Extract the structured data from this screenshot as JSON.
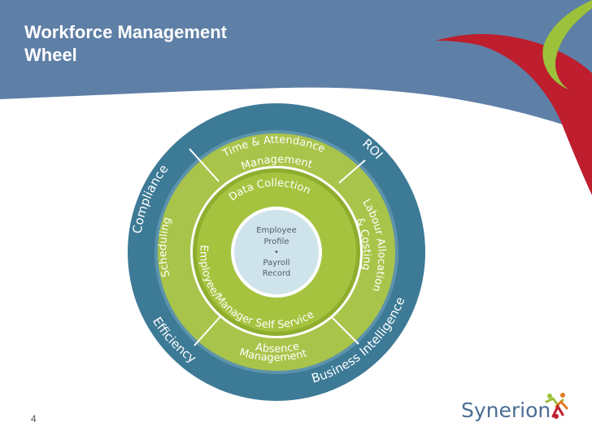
{
  "slide": {
    "title_line1": "Workforce Management",
    "title_line2": "Wheel",
    "page_number": "4"
  },
  "logo": {
    "text": "Synerion"
  },
  "wheel": {
    "outer_ring": {
      "labels": [
        "Compliance",
        "ROI",
        "Business Intelligence",
        "Efficiency"
      ]
    },
    "middle_ring": {
      "segments": [
        "Time & Attendance Management",
        "Labour Allocation & Costing",
        "Absence Management",
        "Scheduling"
      ],
      "segment_lines": {
        "time_attendance": [
          "Time & Attendance",
          "Management"
        ],
        "labour": [
          "Labour Allocation",
          "& Costing"
        ],
        "absence": [
          "Absence",
          "Management"
        ],
        "scheduling": [
          "Scheduling"
        ]
      }
    },
    "inner_ring": {
      "top_label": "Data Collection",
      "bottom_label": "Employee/Manager Self Service"
    },
    "center": {
      "line1": "Employee",
      "line2": "Profile",
      "bullet": "•",
      "line3": "Payroll",
      "line4": "Record"
    }
  },
  "colors": {
    "header_blue": "#5e7fa6",
    "accent_red": "#be1e2d",
    "accent_green": "#9cc23b",
    "outer_ring": "#3d7a96",
    "middle_ring": "#a9c44a",
    "inner_ring": "#8eae2e",
    "center": "#cfe3ea"
  }
}
